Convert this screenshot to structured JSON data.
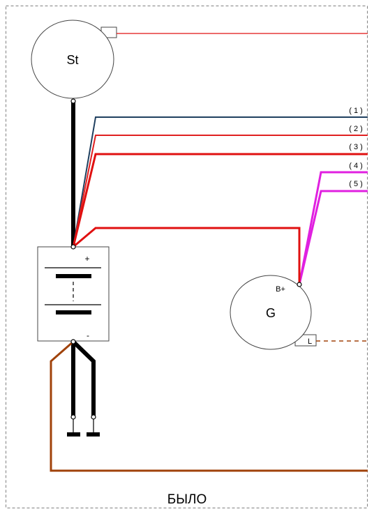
{
  "starter": {
    "label": "St"
  },
  "generator": {
    "label": "G",
    "terminal_bplus": "B+",
    "terminal_l": "L"
  },
  "battery": {
    "plus": "+",
    "minus": "-"
  },
  "wires": [
    {
      "label": "( 1 )",
      "color": "#1f3f5f"
    },
    {
      "label": "( 2 )",
      "color": "#e02020"
    },
    {
      "label": "( 3 )",
      "color": "#e01010"
    },
    {
      "label": "( 4 )",
      "color": "#e020e0"
    },
    {
      "label": "( 5 )",
      "color": "#e020e0"
    }
  ],
  "colors": {
    "frame": "#808080",
    "red": "#e01010",
    "black": "#000000",
    "brown": "#a0420a",
    "magenta": "#e020e0",
    "navy": "#1f3f5f"
  },
  "caption": "БЫЛО"
}
